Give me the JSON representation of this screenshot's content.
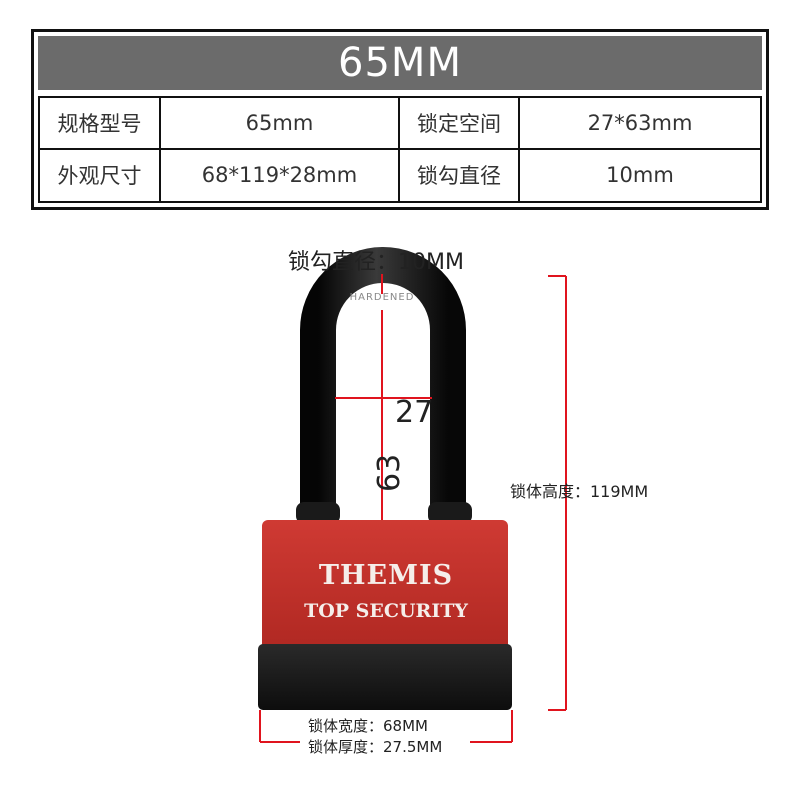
{
  "spec": {
    "title": "65MM",
    "rows": [
      [
        "规格型号",
        "65mm",
        "锁定空间",
        "27*63mm"
      ],
      [
        "外观尺寸",
        "68*119*28mm",
        "锁勾直径",
        "10mm"
      ]
    ]
  },
  "diagram": {
    "shackle_diameter_label": "锁勾直径：10MM",
    "shackle_engraving": "HARDENED",
    "inner_width_label": "27",
    "inner_height_label": "63",
    "body_height_label": "锁体高度：119MM",
    "body_width_label": "锁体宽度：68MM",
    "body_thickness_label": "锁体厚度：27.5MM",
    "brand_name": "THEMIS",
    "brand_slogan": "TOP SECURITY"
  },
  "colors": {
    "header_bg": "#6b6b6b",
    "lock_body": "#c0302a",
    "shackle": "#111111",
    "dimension_lines": "#e0141e"
  }
}
